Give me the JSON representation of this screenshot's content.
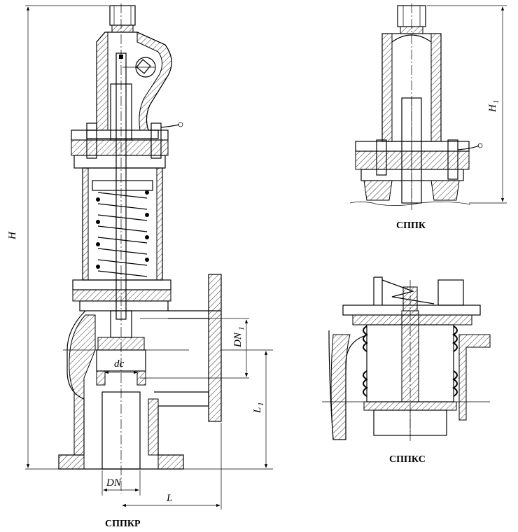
{
  "labels": {
    "H": "H",
    "H1": "H",
    "H1_sub": "1",
    "DN1": "DN",
    "DN1_sub": "1",
    "L1": "L",
    "L1_sub": "1",
    "dc": "dc",
    "DN": "DN",
    "L": "L"
  },
  "captions": {
    "main": "СППКР",
    "top_right": "СППК",
    "bottom_right": "СППКС"
  }
}
